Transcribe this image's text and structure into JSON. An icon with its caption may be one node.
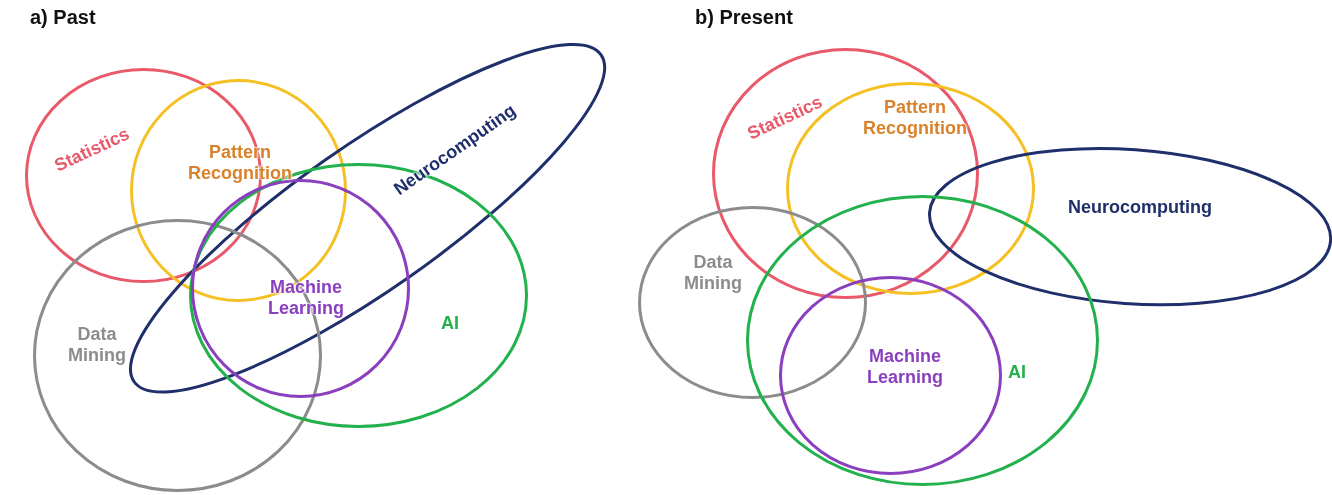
{
  "diagram": {
    "nodes": [
      {
        "text": [
          "Statistics"
        ]
      },
      {
        "text": [
          "Pattern Recognition"
        ]
      },
      {
        "text": [
          "Neurocomputing"
        ]
      },
      {
        "text": [
          "Data Mining"
        ]
      },
      {
        "text": [
          "Machine Learning"
        ],
        "in": 5
      },
      {
        "text": [
          "AI"
        ]
      },
      {
        "text": [
          "Statistics"
        ]
      },
      {
        "text": [
          "Pattern Recognition"
        ]
      },
      {
        "text": [
          "Neurocomputing"
        ]
      },
      {
        "text": [
          "Data Mining"
        ]
      },
      {
        "text": [
          "Machine Learning"
        ],
        "in": 11
      },
      {
        "text": [
          "AI"
        ]
      }
    ],
    "labels": [
      "a) Past",
      "b) Present"
    ]
  }
}
